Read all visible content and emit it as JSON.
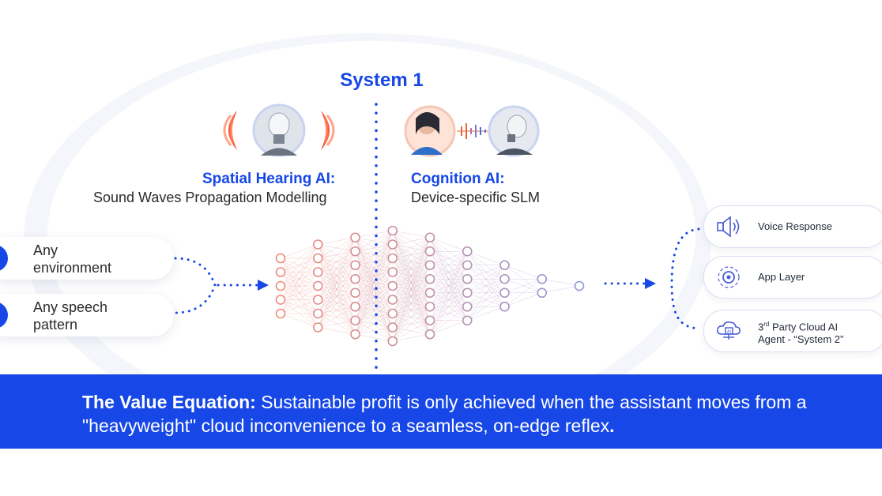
{
  "system": {
    "title": "System 1"
  },
  "spatial": {
    "title": "Spatial Hearing AI:",
    "subtitle": "Sound Waves Propagation Modelling"
  },
  "cognition": {
    "title": "Cognition AI:",
    "subtitle": "Device-specific SLM"
  },
  "inputs": [
    {
      "label": "Any environment",
      "line1": "Any",
      "line2": "environment"
    },
    {
      "label": "Any speech pattern",
      "line1": "Any speech",
      "line2": "pattern"
    }
  ],
  "outputs": [
    {
      "label": "Voice Response",
      "icon": "speaker-icon"
    },
    {
      "label": "App Layer",
      "icon": "gear-icon"
    },
    {
      "label_main": "3",
      "label_sup": "rd",
      "label_rest": " Party Cloud AI Agent - “System 2”",
      "icon": "cloud-ai-icon"
    }
  ],
  "banner": {
    "lead": "The Value Equation:",
    "text": " Sustainable profit is only achieved when the assistant moves from a \"heavyweight\" cloud inconvenience to a seamless, on-edge reflex",
    "end": "."
  },
  "colors": {
    "accent": "#1747e6",
    "network_left": "#f08a7a",
    "network_right": "#8f96d8"
  },
  "network_layers": [
    5,
    7,
    8,
    9,
    8,
    6,
    4,
    2,
    1
  ]
}
